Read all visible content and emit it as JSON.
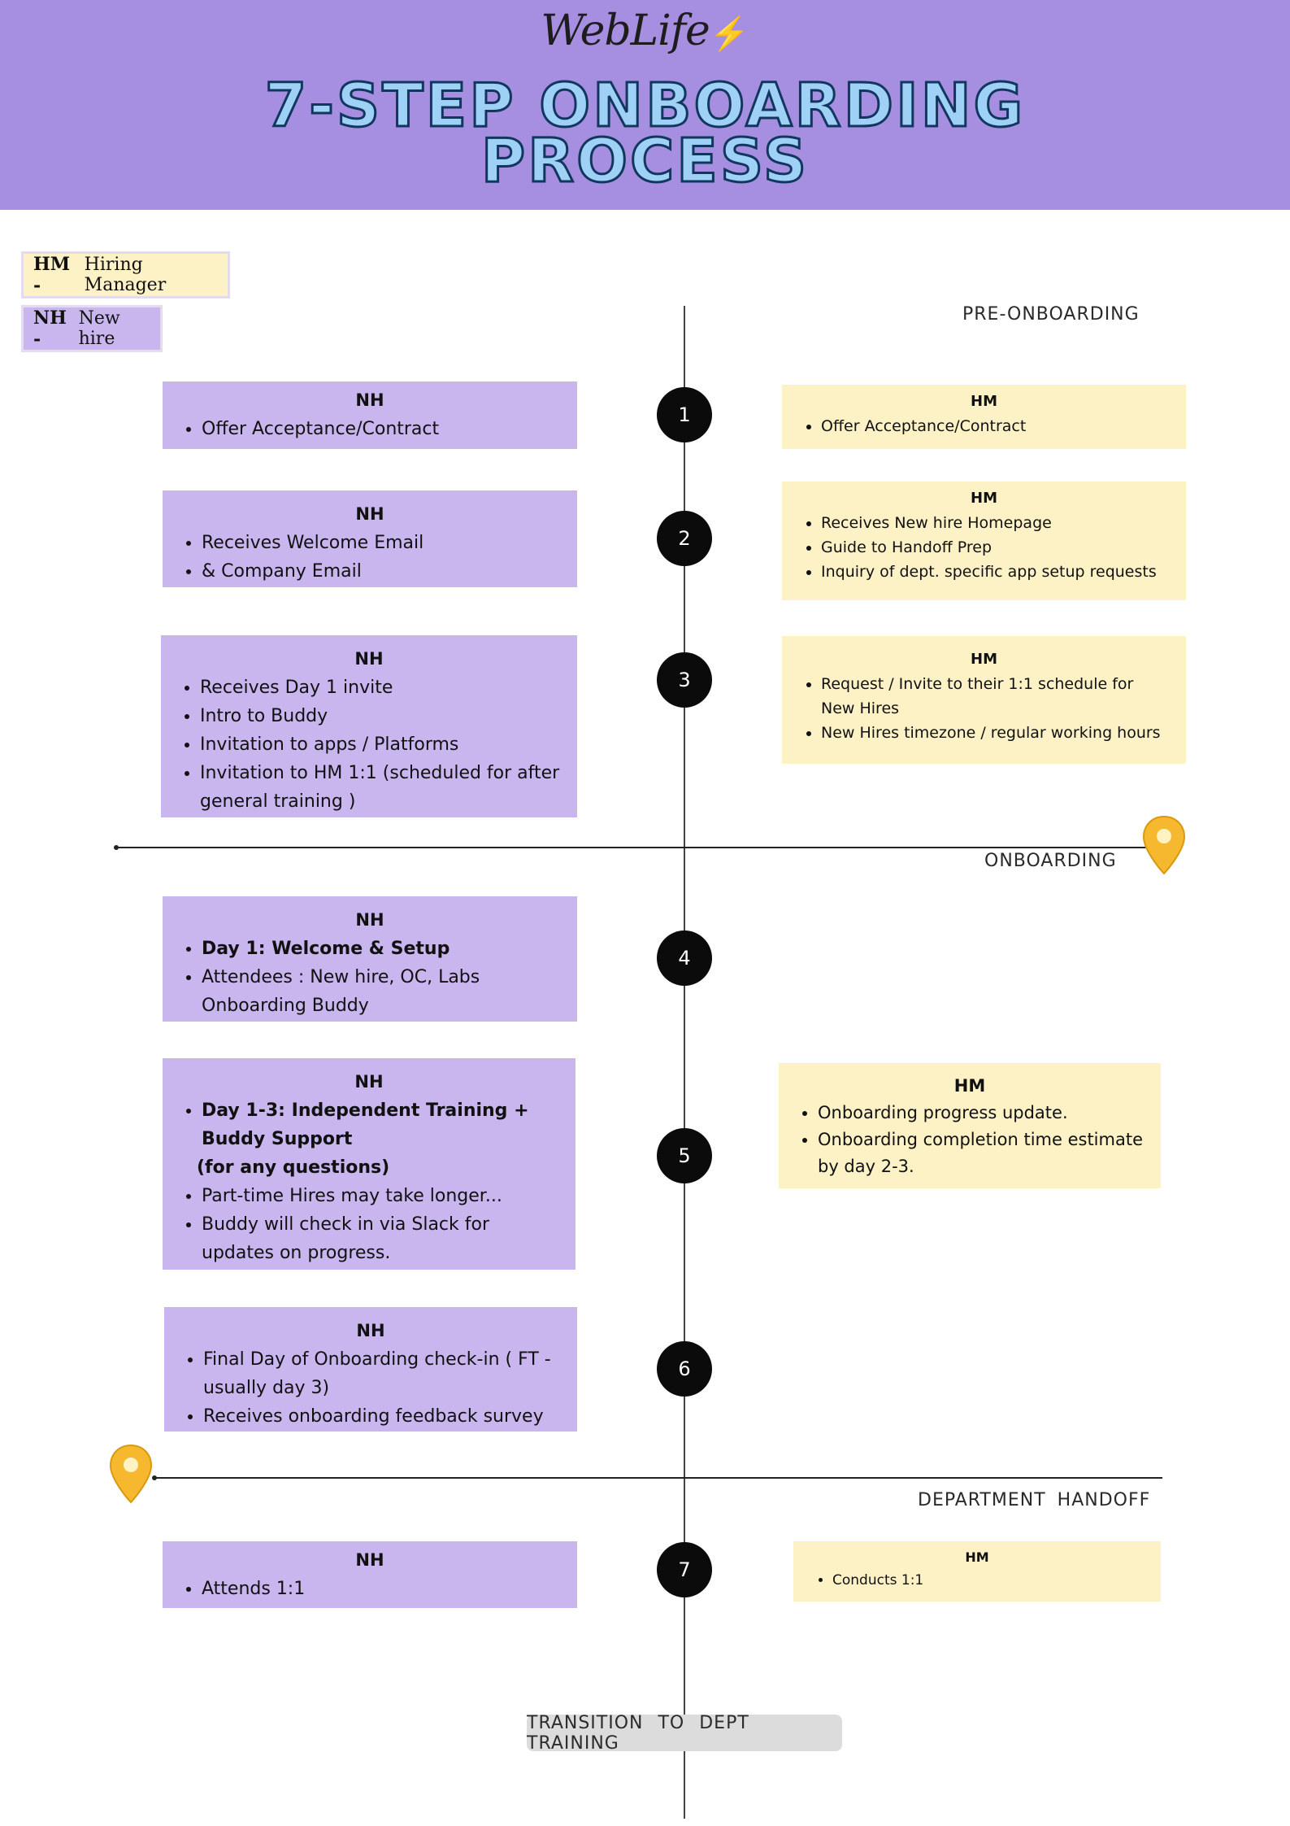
{
  "header": {
    "logo": "WebLife",
    "title_line1": "7-STEP ONBOARDING",
    "title_line2": "PROCESS"
  },
  "legend": {
    "hm_abbr": "HM -",
    "hm_label": "Hiring Manager",
    "nh_abbr": "NH -",
    "nh_label": "New hire"
  },
  "phases": {
    "pre": "PRE-ONBOARDING",
    "onboarding": "ONBOARDING",
    "handoff": "DEPARTMENT HANDOFF"
  },
  "steps": [
    "1",
    "2",
    "3",
    "4",
    "5",
    "6",
    "7"
  ],
  "nh_boxes": [
    {
      "heading": "NH",
      "items": [
        "Offer Acceptance/Contract"
      ]
    },
    {
      "heading": "NH",
      "items": [
        "Receives Welcome Email",
        "& Company Email"
      ]
    },
    {
      "heading": "NH",
      "items": [
        "Receives Day 1 invite",
        "Intro to Buddy",
        "Invitation to apps / Platforms",
        "Invitation to HM 1:1 (scheduled for after general training )"
      ]
    },
    {
      "heading": "NH",
      "items": [
        "Day 1: Welcome & Setup",
        "Attendees : New hire, OC, Labs Onboarding Buddy"
      ]
    },
    {
      "heading": "NH",
      "items": [
        "Day 1-3: Independent Training + Buddy Support",
        "Part-time Hires may take longer...",
        "Buddy will check in via Slack for updates on progress."
      ],
      "note": "(for any questions)"
    },
    {
      "heading": "NH",
      "items": [
        "Final Day of Onboarding check-in ( FT - usually day 3)",
        "Receives onboarding feedback survey"
      ]
    },
    {
      "heading": "NH",
      "items": [
        "Attends 1:1"
      ]
    }
  ],
  "hm_boxes": [
    {
      "heading": "HM",
      "items": [
        "Offer Acceptance/Contract"
      ]
    },
    {
      "heading": "HM",
      "items": [
        "Receives New hire Homepage",
        "Guide to Handoff Prep",
        "Inquiry of dept. specific app setup requests"
      ]
    },
    {
      "heading": "HM",
      "items": [
        "Request / Invite to their 1:1 schedule for New Hires",
        "New Hires timezone / regular working hours"
      ]
    },
    {
      "heading": "HM",
      "items": [
        "Onboarding progress update.",
        "Onboarding completion time estimate by day 2-3."
      ]
    },
    {
      "heading": "HM",
      "items": [
        "Conducts 1:1"
      ]
    }
  ],
  "footer": {
    "transition": "TRANSITION TO DEPT TRAINING"
  },
  "icons": {
    "pin": "map-pin-icon",
    "bolt": "lightning-icon"
  },
  "colors": {
    "header": "#a68ee0",
    "nh": "#c9b6ef",
    "hm": "#fdf1c6",
    "title_fill": "#9fd0f6",
    "title_stroke": "#12375e",
    "pin": "#f5b82e"
  }
}
